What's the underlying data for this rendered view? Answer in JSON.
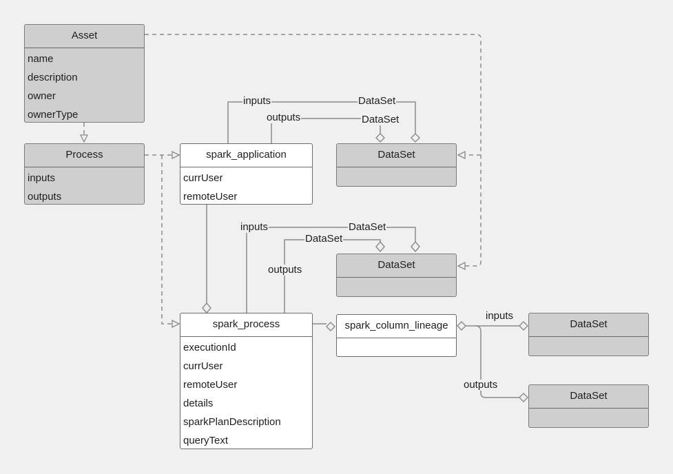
{
  "colors": {
    "background": "#f0f0f0",
    "base_class_fill": "#cfcfcf",
    "spark_class_fill": "#ffffff",
    "connector": "#8a8a8a"
  },
  "classes": {
    "asset": {
      "name": "Asset",
      "fields": [
        "name",
        "description",
        "owner",
        "ownerType"
      ]
    },
    "process": {
      "name": "Process",
      "fields": [
        "inputs",
        "outputs"
      ]
    },
    "spark_application": {
      "name": "spark_application",
      "fields": [
        "currUser",
        "remoteUser"
      ]
    },
    "spark_process": {
      "name": "spark_process",
      "fields": [
        "executionId",
        "currUser",
        "remoteUser",
        "details",
        "sparkPlanDescription",
        "queryText"
      ]
    },
    "spark_column_lineage": {
      "name": "spark_column_lineage",
      "fields": []
    },
    "dataset_1": {
      "name": "DataSet",
      "fields": []
    },
    "dataset_2": {
      "name": "DataSet",
      "fields": []
    },
    "dataset_3": {
      "name": "DataSet",
      "fields": []
    },
    "dataset_4": {
      "name": "DataSet",
      "fields": []
    }
  },
  "labels": {
    "app_inputs": "inputs",
    "app_inputs_type": "DataSet",
    "app_outputs": "outputs",
    "app_outputs_type": "DataSet",
    "proc_inputs": "inputs",
    "proc_inputs_type": "DataSet",
    "proc_outputs": "outputs",
    "proc_outputs_type": "DataSet",
    "lineage_inputs": "inputs",
    "lineage_outputs": "outputs"
  }
}
